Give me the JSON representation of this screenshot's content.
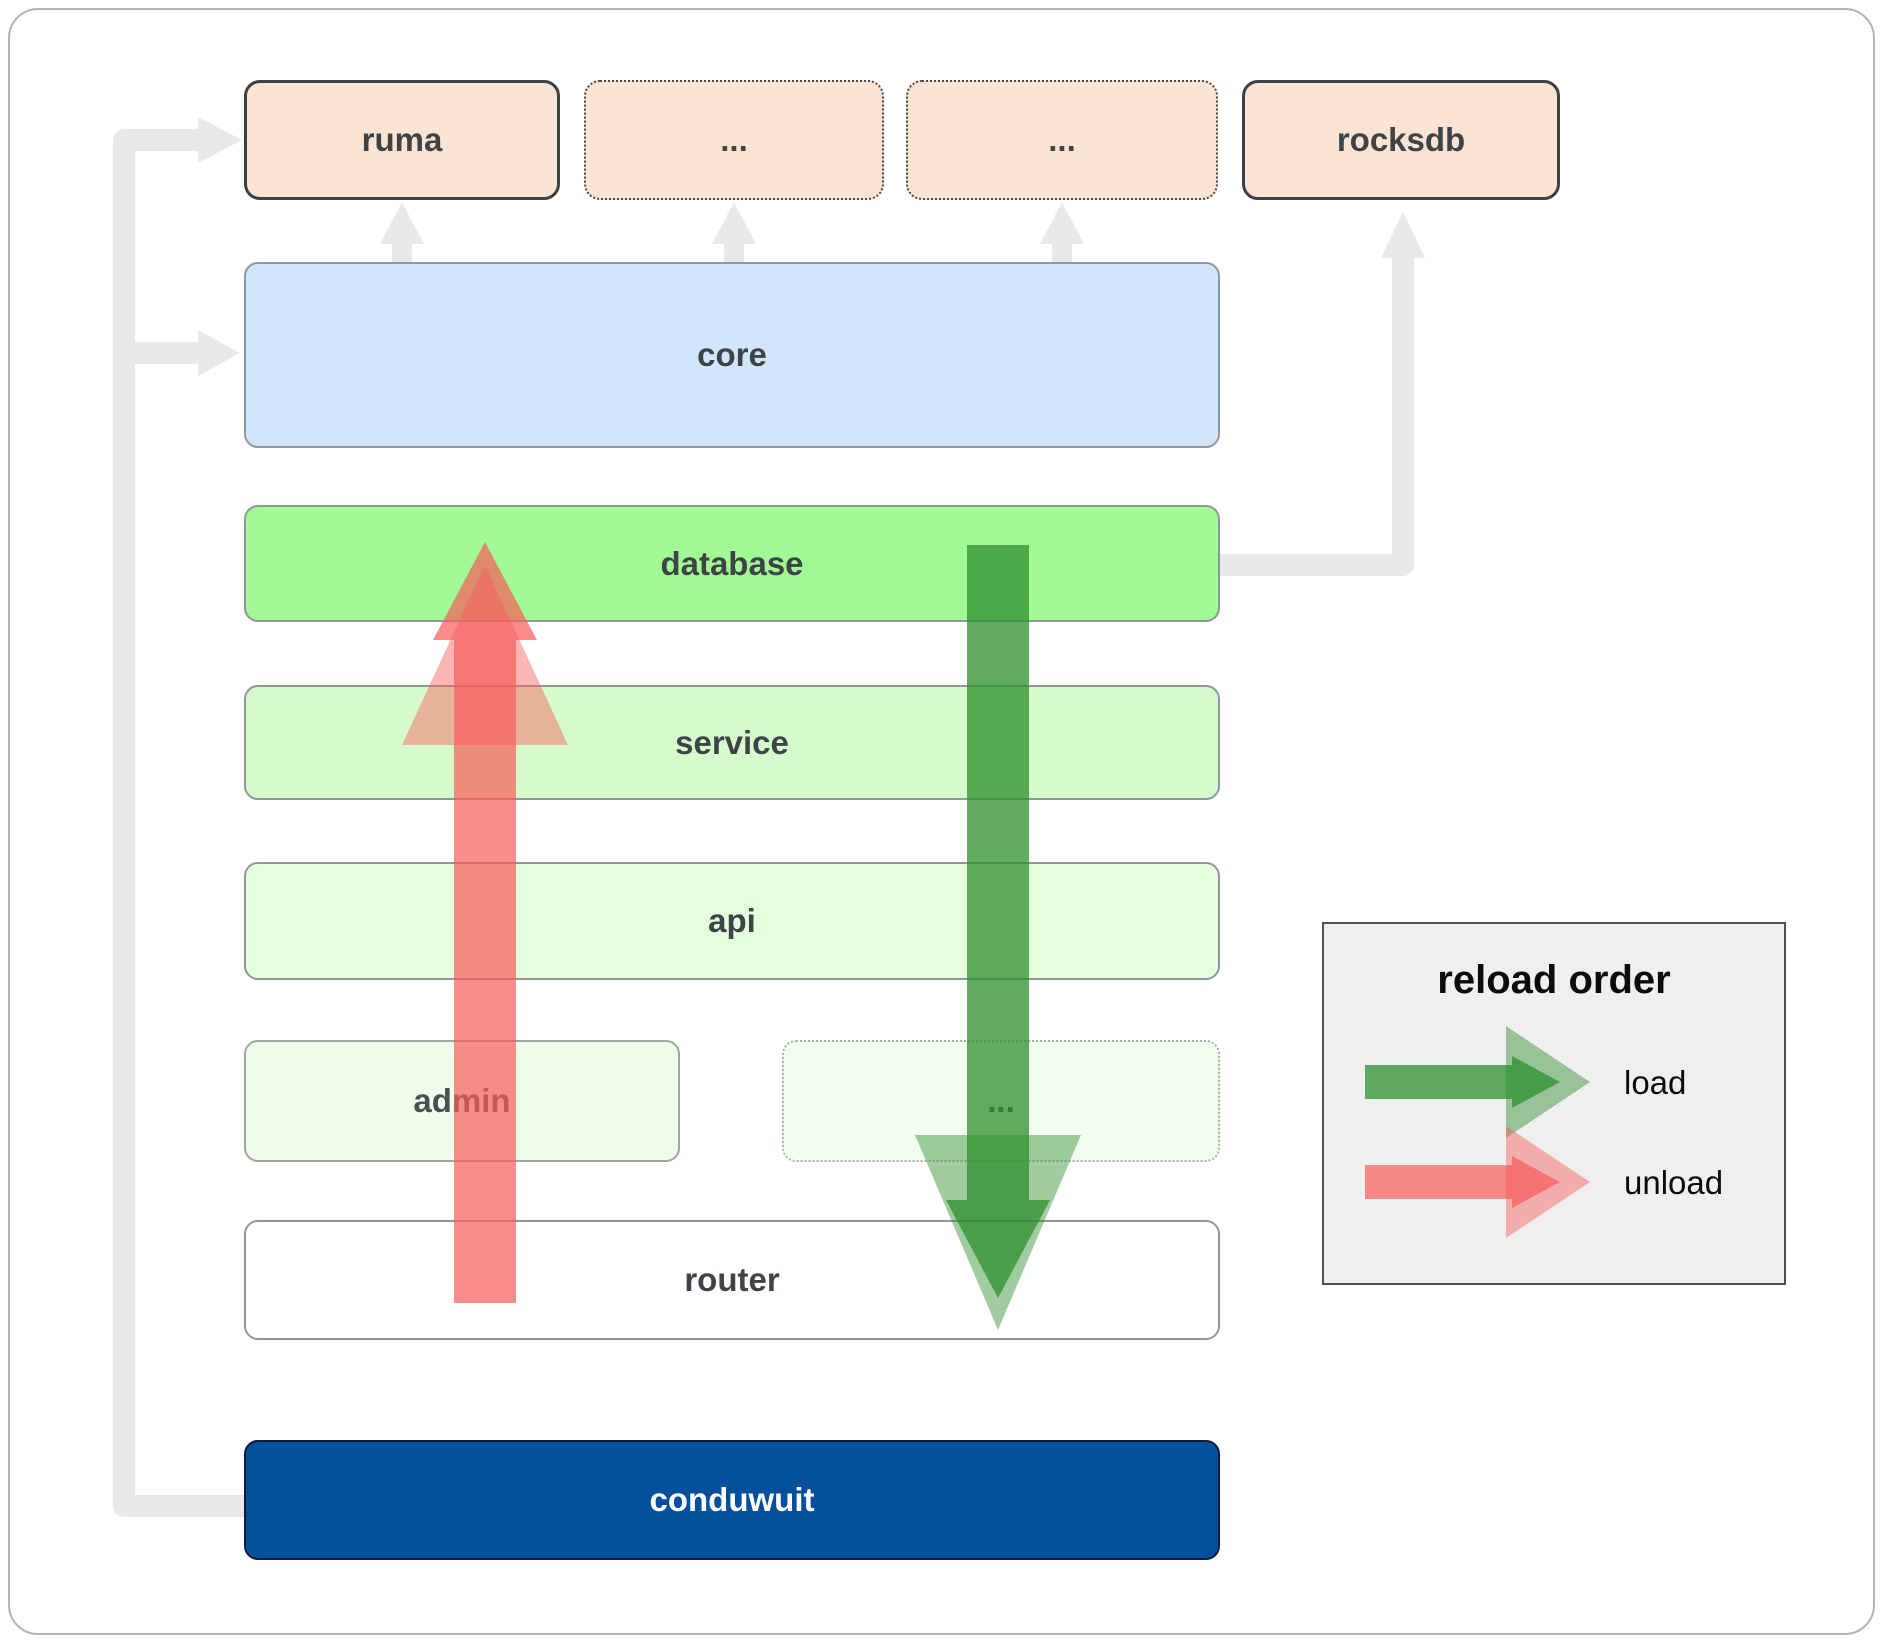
{
  "diagram": {
    "nodes": {
      "ruma": {
        "label": "ruma"
      },
      "ellipsis_top_left": {
        "label": "..."
      },
      "ellipsis_top_right": {
        "label": "..."
      },
      "rocksdb": {
        "label": "rocksdb"
      },
      "core": {
        "label": "core"
      },
      "database": {
        "label": "database"
      },
      "service": {
        "label": "service"
      },
      "api": {
        "label": "api"
      },
      "admin": {
        "label": "admin"
      },
      "ellipsis_admin": {
        "label": "..."
      },
      "router": {
        "label": "router"
      },
      "conduwuit": {
        "label": "conduwuit"
      }
    },
    "legend": {
      "title": "reload order",
      "items": [
        {
          "label": "load"
        },
        {
          "label": "unload"
        }
      ]
    },
    "colors": {
      "peach_fill": "#fce4d4",
      "core_blue": "#d2e6fb",
      "database_green": "#a2fa94",
      "service_green": "#d6fccb",
      "api_green": "#e4fede",
      "admin_green": "#effdeb",
      "router_white": "#ffffff",
      "conduwuit_blue": "#05509d",
      "load_green": "#2e8f2e",
      "unload_red": "#f85b5b",
      "connector": "#e9e9e9",
      "legend_bg": "#efefef"
    }
  }
}
